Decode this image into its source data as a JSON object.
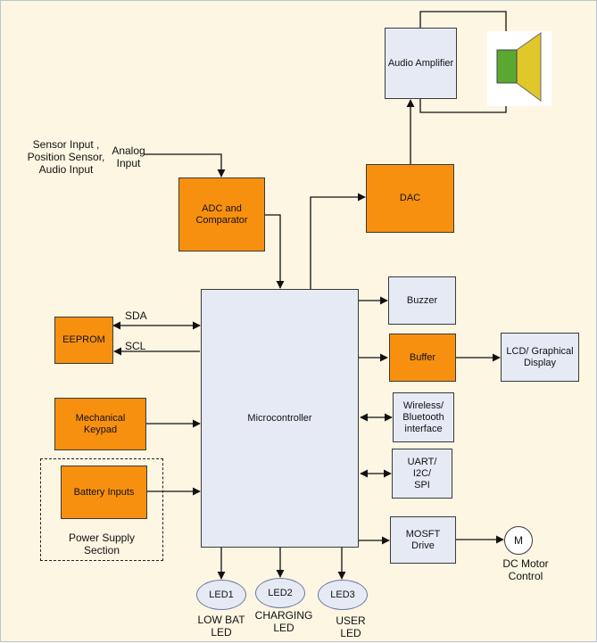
{
  "blocks": {
    "audio_amplifier": "Audio Amplifier",
    "adc": "ADC and\nComparator",
    "dac": "DAC",
    "microcontroller": "Microcontroller",
    "eeprom": "EEPROM",
    "keypad": "Mechanical\nKeypad",
    "battery": "Battery Inputs",
    "buzzer": "Buzzer",
    "buffer": "Buffer",
    "lcd": "LCD/ Graphical\nDisplay",
    "wireless": "Wireless/\nBluetooth\ninterface",
    "uart": "UART/\nI2C/\nSPI",
    "mosfet": "MOSFT\nDrive",
    "motor": "M",
    "led1": "LED1",
    "led2": "LED2",
    "led3": "LED3"
  },
  "labels": {
    "sensor_input": "Sensor Input ,\nPosition Sensor,\nAudio Input",
    "analog_input": "Analog\nInput",
    "sda": "SDA",
    "scl": "SCL",
    "power_supply": "Power Supply\nSection",
    "dc_motor": "DC Motor\nControl",
    "led1_caption": "LOW BAT\nLED",
    "led2_caption": "CHARGING\nLED",
    "led3_caption": "USER\nLED"
  },
  "colors": {
    "orange_block": "#f7900f",
    "blue_block": "#e6eaf5",
    "background": "#fdf6e3",
    "speaker_magnet": "#5aa832",
    "speaker_cone": "#e0c72a"
  },
  "icons": [
    "speaker-icon"
  ]
}
